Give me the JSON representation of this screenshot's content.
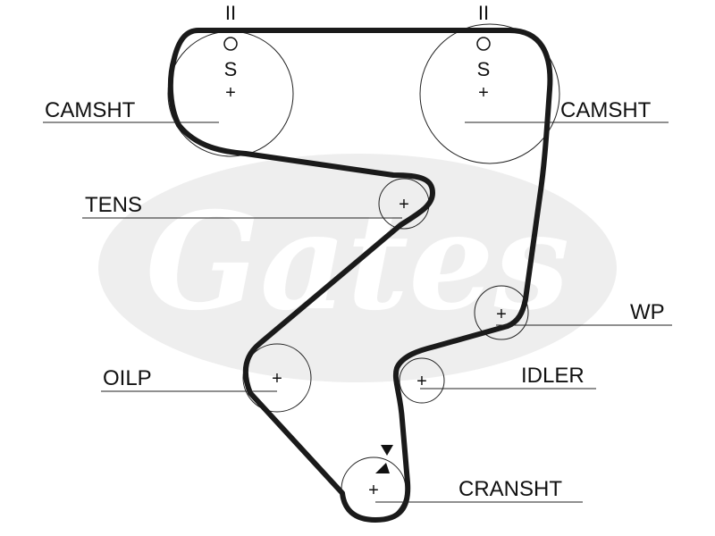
{
  "colors": {
    "belt": "#1a1a1a",
    "line": "#222222",
    "text": "#111111",
    "watermark": "#e6e6e6"
  },
  "watermark": {
    "text": "Gates"
  },
  "labels": {
    "camshaft_left": "CAMSHT",
    "camshaft_right": "CAMSHT",
    "tensioner": "TENS",
    "water_pump": "WP",
    "oil_pump": "OILP",
    "idler": "IDLER",
    "crankshaft": "CRANSHT"
  },
  "marks": {
    "timing": "II",
    "circle": "O",
    "s": "S",
    "plus": "+"
  }
}
